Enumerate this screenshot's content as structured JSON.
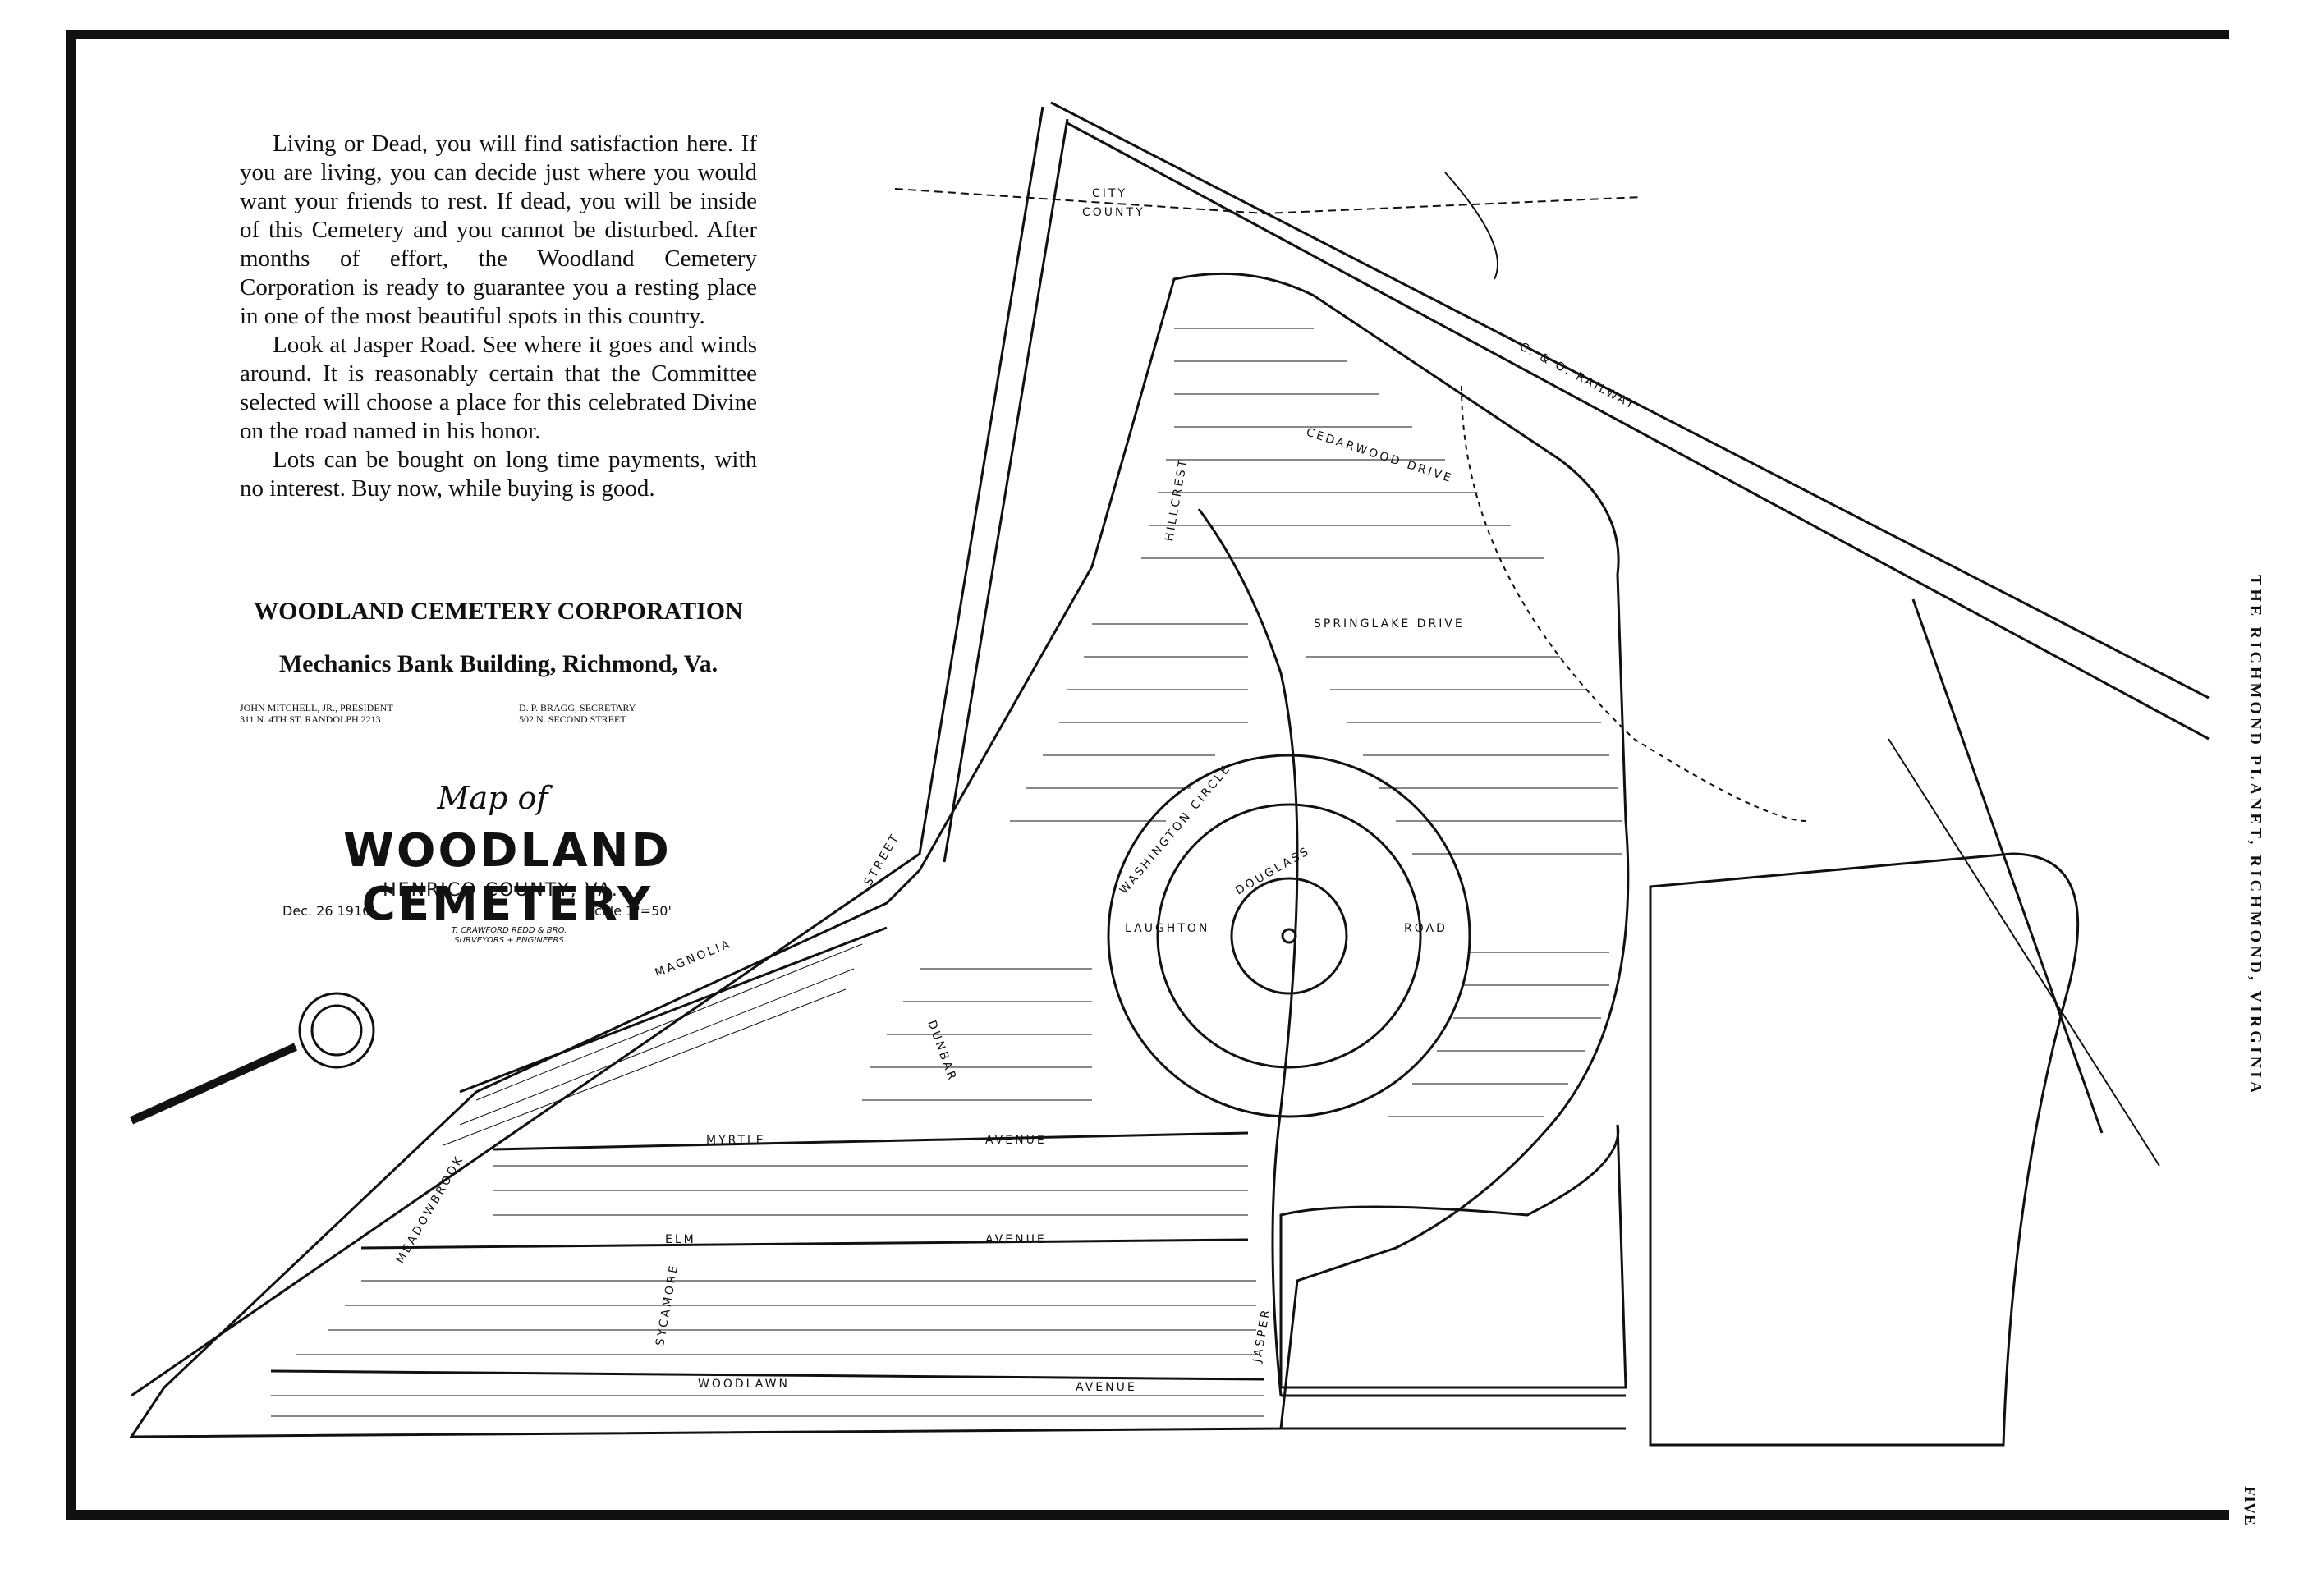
{
  "ad": {
    "paragraphs": [
      "Living or Dead, you will find satisfaction here. If you are living, you can decide just where you would want your friends to rest. If dead, you will be inside of this Cemetery and you cannot be disturbed. After months of effort, the Woodland Cemetery Corporation is ready to guarantee you a resting place in one of the most beautiful spots in this country.",
      "Look at Jasper Road. See where it goes and winds around. It is reasonably certain that the Committee selected will choose a place for this celebrated Divine on the road named in his honor.",
      "Lots can be bought on long time payments, with no interest. Buy now, while buying is good."
    ],
    "corporation": "WOODLAND CEMETERY CORPORATION",
    "address": "Mechanics Bank Building, Richmond, Va.",
    "officer_left_line1": "JOHN MITCHELL, JR., PRESIDENT",
    "officer_left_line2": "311 N. 4TH ST.  RANDOLPH 2213",
    "officer_right_line1": "D. P. BRAGG, SECRETARY",
    "officer_right_line2": "502 N. SECOND STREET"
  },
  "title": {
    "map_of": "Map of",
    "name": "WOODLAND CEMETERY",
    "county": "HENRICO COUNTY, VA.",
    "date": "Dec. 26 1916",
    "scale": "Scale 1\"=50'",
    "surveyor_line1": "T. CRAWFORD REDD & BRO.",
    "surveyor_line2": "SURVEYORS + ENGINEERS"
  },
  "roads": {
    "magnolia": "MAGNOLIA",
    "street": "STREET",
    "myrtle": "MYRTLE",
    "avenue": "AVENUE",
    "elm": "ELM",
    "woodlawn": "WOODLAWN",
    "jasper": "JASPER",
    "road": "ROAD",
    "cedarwood": "CEDARWOOD DRIVE",
    "springlake": "SPRINGLAKE DRIVE",
    "hillcrest": "HILLCREST",
    "washington_circle": "WASHINGTON CIRCLE",
    "laughton": "LAUGHTON",
    "douglass": "DOUGLASS",
    "dunbar": "DUNBAR",
    "meadowbrook": "MEADOWBROOK",
    "sycamore": "SYCAMORE",
    "railway": "C. & O. RAILWAY",
    "city_county": "CITY",
    "county": "COUNTY"
  },
  "side_strip": "THE RICHMOND PLANET, RICHMOND, VIRGINIA",
  "page_number": "FIVE",
  "colors": {
    "ink": "#111111",
    "paper": "#ffffff"
  }
}
